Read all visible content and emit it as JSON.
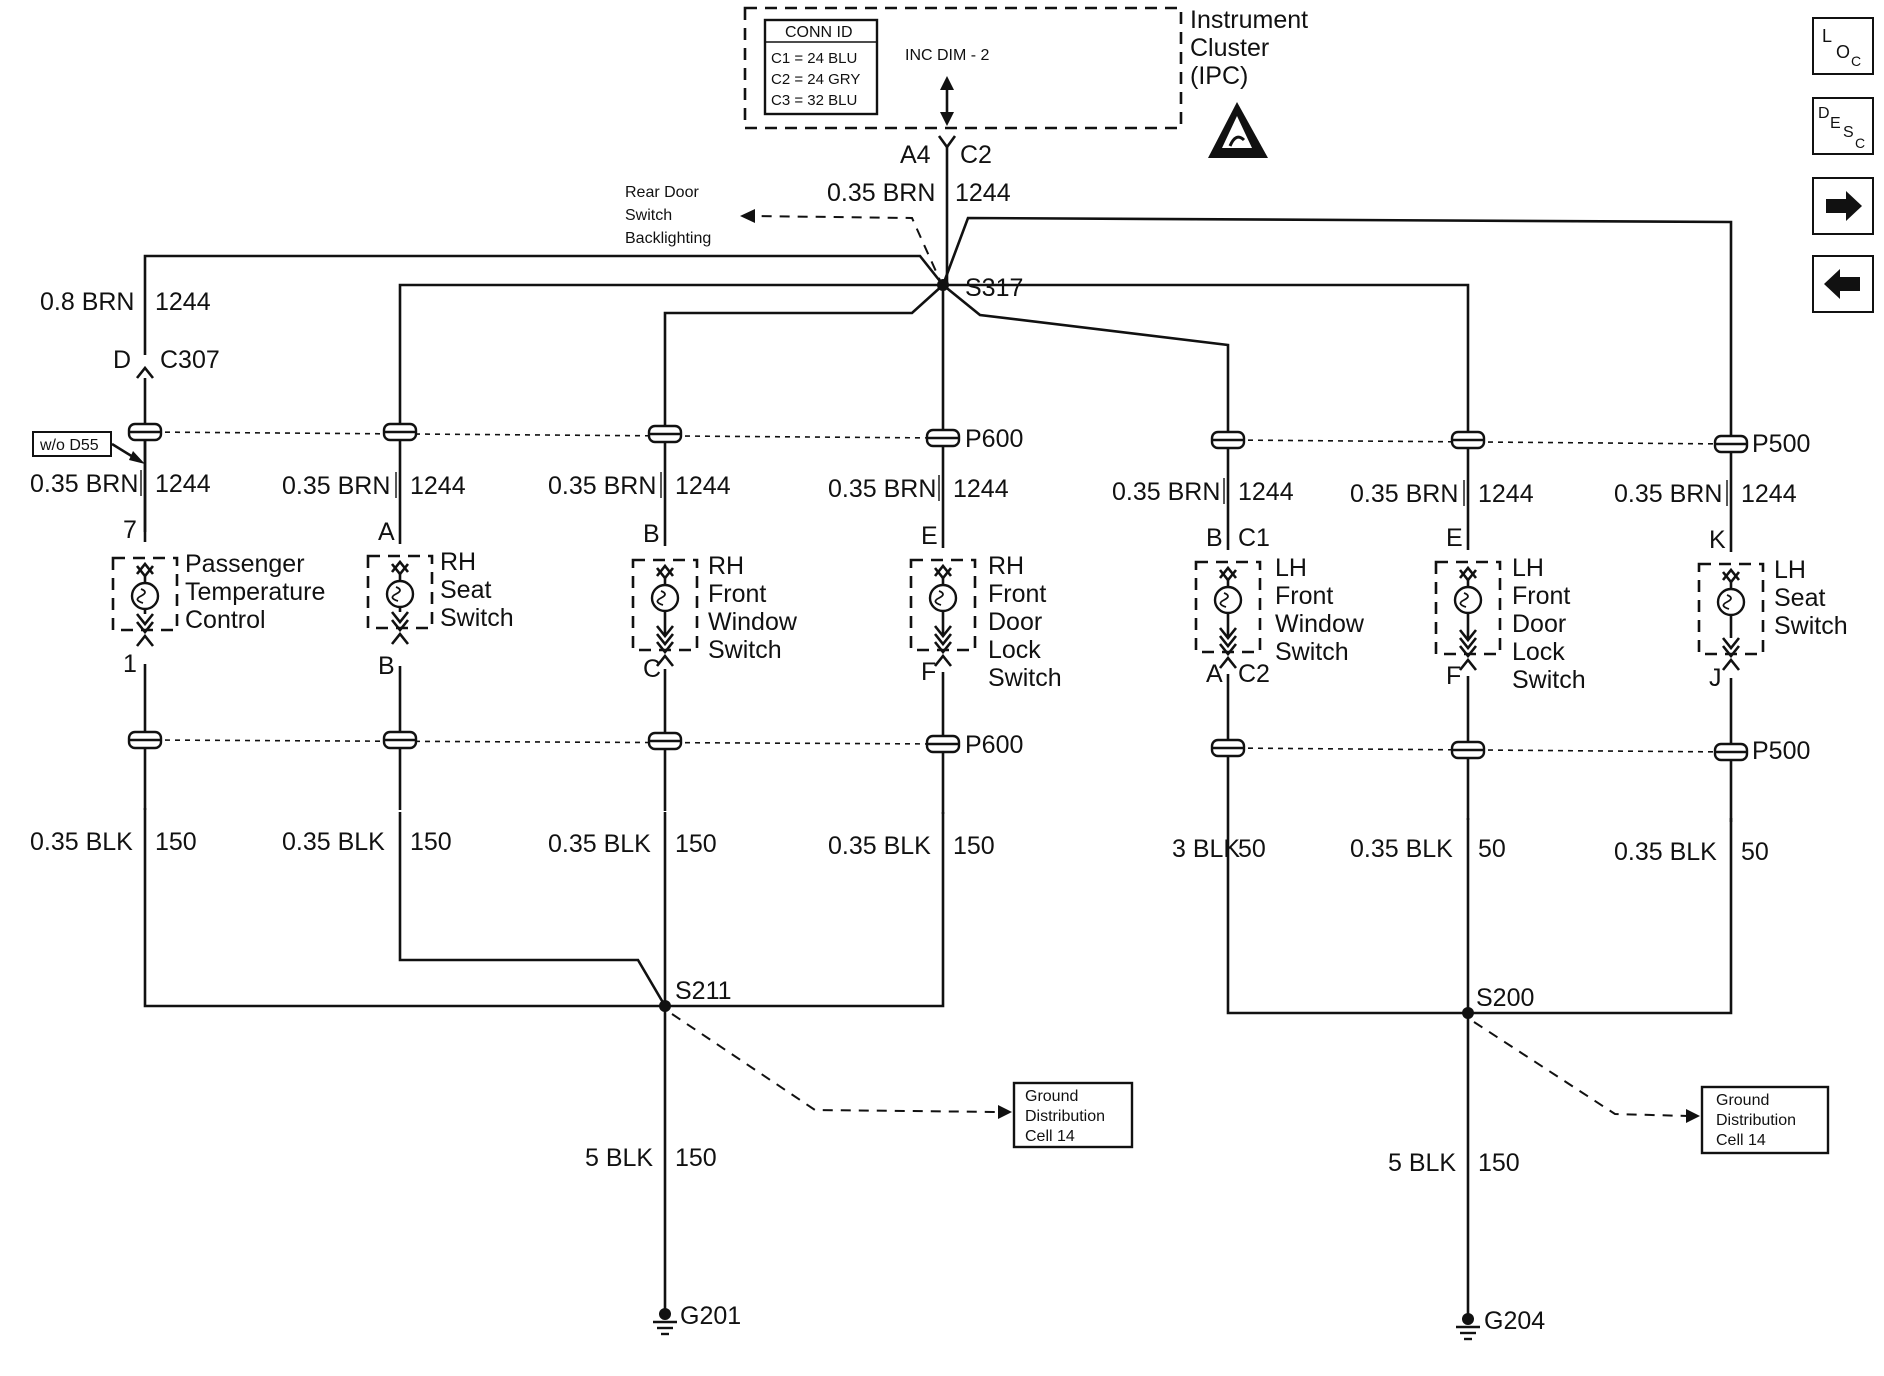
{
  "ipc": {
    "name": [
      "Instrument",
      "Cluster",
      "(IPC)"
    ],
    "conn_id_title": "CONN ID",
    "conn_ids": [
      "C1 = 24 BLU",
      "C2 = 24 GRY",
      "C3 = 32 BLU"
    ],
    "inc_dim": "INC DIM - 2",
    "pin": "A4",
    "connector": "C2"
  },
  "main_feed": {
    "gauge": "0.35 BRN",
    "circuit": "1244"
  },
  "rear_door": [
    "Rear Door",
    "Switch",
    "Backlighting"
  ],
  "splices": {
    "top": "S317",
    "left_ground": "S211",
    "right_ground": "S200"
  },
  "passenger_feed": {
    "gauge": "0.8 BRN",
    "circuit": "1244",
    "pin": "D",
    "connector": "C307"
  },
  "option_tag": "w/o D55",
  "harness": {
    "left": "P600",
    "right": "P500"
  },
  "branches": [
    {
      "gauge_top": "0.35 BRN",
      "circuit_top": "1244",
      "pin_top": "7",
      "connector_top": "",
      "name": [
        "Passenger",
        "Temperature",
        "Control"
      ],
      "pin_bottom": "1",
      "connector_bottom": "",
      "gauge_bottom": "0.35 BLK",
      "circuit_bottom": "150"
    },
    {
      "gauge_top": "0.35 BRN",
      "circuit_top": "1244",
      "pin_top": "A",
      "connector_top": "",
      "name": [
        "RH",
        "Seat",
        "Switch"
      ],
      "pin_bottom": "B",
      "connector_bottom": "",
      "gauge_bottom": "0.35 BLK",
      "circuit_bottom": "150"
    },
    {
      "gauge_top": "0.35 BRN",
      "circuit_top": "1244",
      "pin_top": "B",
      "connector_top": "",
      "name": [
        "RH",
        "Front",
        "Window",
        "Switch"
      ],
      "pin_bottom": "C",
      "connector_bottom": "",
      "gauge_bottom": "0.35 BLK",
      "circuit_bottom": "150"
    },
    {
      "gauge_top": "0.35 BRN",
      "circuit_top": "1244",
      "pin_top": "E",
      "connector_top": "",
      "name": [
        "RH",
        "Front",
        "Door",
        "Lock",
        "Switch"
      ],
      "pin_bottom": "F",
      "connector_bottom": "",
      "gauge_bottom": "0.35 BLK",
      "circuit_bottom": "150"
    },
    {
      "gauge_top": "0.35 BRN",
      "circuit_top": "1244",
      "pin_top": "B",
      "connector_top": "C1",
      "name": [
        "LH",
        "Front",
        "Window",
        "Switch"
      ],
      "pin_bottom": "A",
      "connector_bottom": "C2",
      "gauge_bottom": "3 BLK",
      "circuit_bottom": "50"
    },
    {
      "gauge_top": "0.35 BRN",
      "circuit_top": "1244",
      "pin_top": "E",
      "connector_top": "",
      "name": [
        "LH",
        "Front",
        "Door",
        "Lock",
        "Switch"
      ],
      "pin_bottom": "F",
      "connector_bottom": "",
      "gauge_bottom": "0.35 BLK",
      "circuit_bottom": "50"
    },
    {
      "gauge_top": "0.35 BRN",
      "circuit_top": "1244",
      "pin_top": "K",
      "connector_top": "",
      "name": [
        "LH",
        "Seat",
        "Switch"
      ],
      "pin_bottom": "J",
      "connector_bottom": "",
      "gauge_bottom": "0.35 BLK",
      "circuit_bottom": "50"
    }
  ],
  "grounds": [
    {
      "gauge": "5 BLK",
      "circuit": "150",
      "ref": [
        "Ground",
        "Distribution",
        "Cell 14"
      ],
      "id": "G201"
    },
    {
      "gauge": "5 BLK",
      "circuit": "150",
      "ref": [
        "Ground",
        "Distribution",
        "Cell 14"
      ],
      "id": "G204"
    }
  ],
  "nav": {
    "loc": {
      "main": "L",
      "sub1": "O",
      "sub2": "C"
    },
    "desc": {
      "main": "D",
      "sub1": "E",
      "sub2": "S",
      "sub3": "C"
    },
    "next_icon": "arrow-right",
    "prev_icon": "arrow-left"
  }
}
